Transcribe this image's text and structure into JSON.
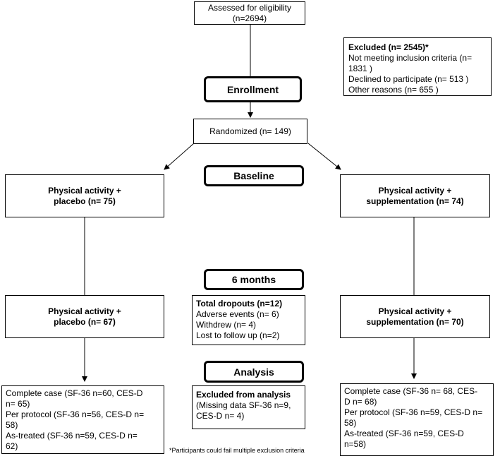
{
  "eligibility": "Assessed for eligibility (n=2694)",
  "excluded": {
    "title": "Excluded (n= 2545)*",
    "lines": [
      "Not meeting inclusion criteria (n=",
      "1831 )",
      "Declined to participate (n= 513  )",
      "Other reasons (n= 655 )"
    ]
  },
  "stages": {
    "enrollment": "Enrollment",
    "baseline": "Baseline",
    "six_months": "6 months",
    "analysis": "Analysis"
  },
  "randomized": "Randomized  (n= 149)",
  "baseline_left": [
    "Physical activity +",
    "placebo (n= 75)"
  ],
  "baseline_right": [
    "Physical activity +",
    "supplementation (n= 74)"
  ],
  "six_left": [
    "Physical activity +",
    "placebo (n= 67)"
  ],
  "six_right": [
    "Physical activity +",
    "supplementation (n= 70)"
  ],
  "dropouts": {
    "title": "Total dropouts (n=12)",
    "lines": [
      "Adverse events (n= 6)",
      "Withdrew (n= 4)",
      "Lost to follow up (n=2)"
    ]
  },
  "analysis_left": [
    "Complete case (SF-36 n=60, CES-D",
    "n= 65)",
    "Per protocol (SF-36 n=56, CES-D n=",
    "58)",
    "As-treated (SF-36 n=59, CES-D n=",
    "62)"
  ],
  "analysis_mid": {
    "title": "Excluded from analysis",
    "lines": [
      "(Missing data SF-36 n=9,",
      "CES-D n= 4)"
    ]
  },
  "analysis_right": [
    "Complete case (SF-36 n= 68, CES-",
    "D n= 68)",
    "Per protocol (SF-36 n=59, CES-D n=",
    "58)",
    "As-treated (SF-36 n=59, CES-D",
    "n=58)"
  ],
  "footnote": "*Participants could fail multiple exclusion criteria"
}
